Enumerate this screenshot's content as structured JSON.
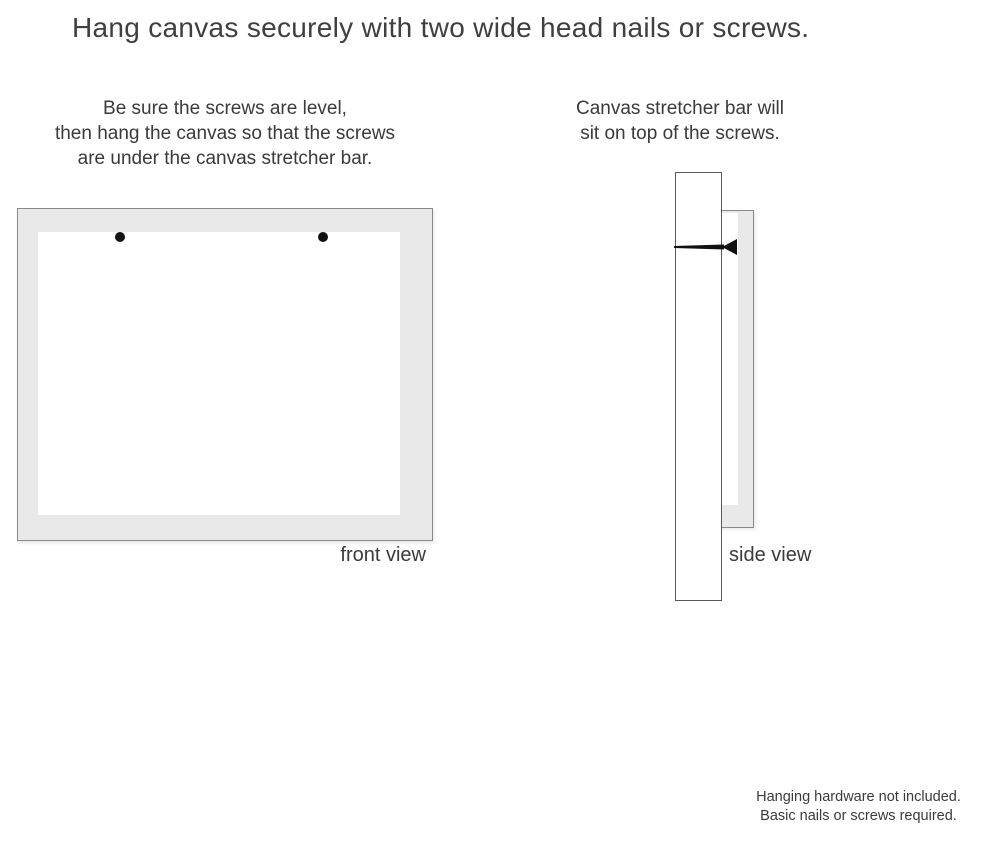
{
  "title": "Hang canvas securely with two wide head nails or screws.",
  "front_instruction": {
    "line1": "Be sure the screws are level,",
    "line2": "then hang the canvas so that the screws",
    "line3": "are under the canvas stretcher bar."
  },
  "side_instruction": {
    "line1": "Canvas stretcher bar will",
    "line2": "sit on top of the screws."
  },
  "labels": {
    "front": "front view",
    "side": "side view"
  },
  "footnote": {
    "line1": "Hanging hardware not included.",
    "line2": "Basic nails or screws required."
  },
  "icons": {
    "screw_left": "screw-head-dot",
    "screw_right": "screw-head-dot",
    "nail": "wide-head-nail-side-profile"
  },
  "colors": {
    "canvas_fill": "#e9e9e9",
    "canvas_border": "#8a8a8a",
    "wall_border": "#5a5a5a",
    "nail": "#111111",
    "text": "#3a3a3a",
    "background": "#ffffff"
  }
}
